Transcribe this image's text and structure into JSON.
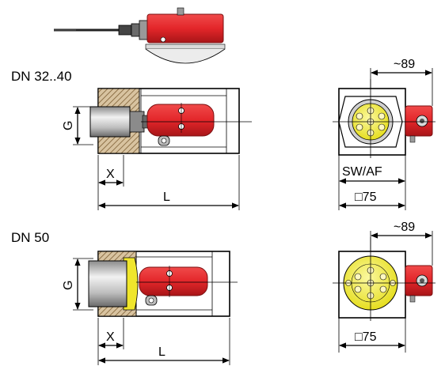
{
  "labels": {
    "dn_top": "DN 32..40",
    "dn_bottom": "DN 50",
    "g_top": "G",
    "g_bottom": "G",
    "x_top": "X",
    "x_bottom": "X",
    "l_top": "L",
    "l_bottom": "L",
    "dim89_top": "~89",
    "dim89_bottom": "~89",
    "swaf": "SW/AF",
    "sq75_top": "□75",
    "sq75_bottom": "□75"
  },
  "colors": {
    "red": "#e3262a",
    "red_dark": "#9c1416",
    "yellow": "#f3ee3c",
    "yellow_dark": "#c9c21e",
    "metal": "#c9c9c9",
    "metal_dark": "#6e6e6e",
    "hatch": "#a6885d"
  },
  "icons": [
    "cable-icon",
    "sensor-housing-icon"
  ]
}
